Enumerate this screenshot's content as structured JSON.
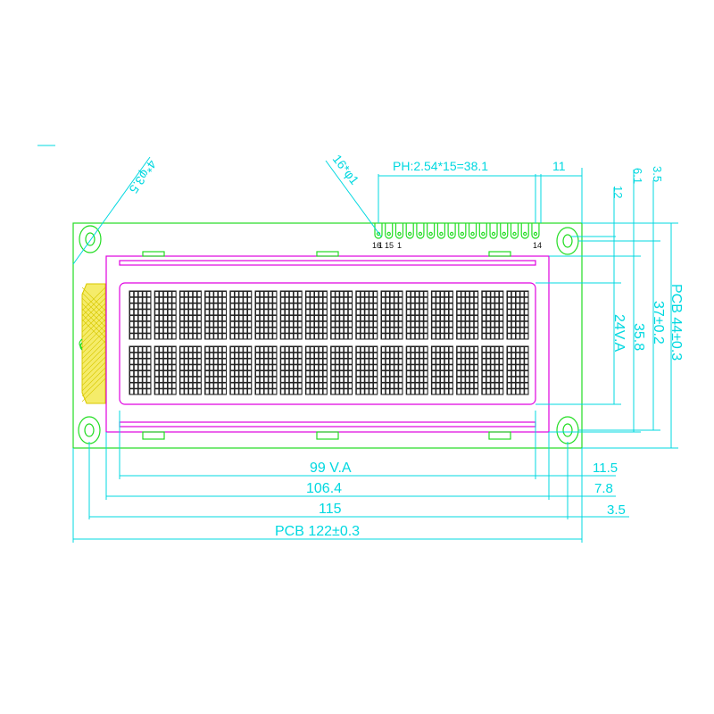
{
  "dimensions": {
    "pitch": "PH:2.54*15=38.1",
    "pin_offset": "11",
    "pin_hole": "16*φ1",
    "mount_hole": "4*φ3.5",
    "top_3_5": "3.5",
    "top_6_1": "6.1",
    "top_12": "12",
    "va_height": "24V.A",
    "height_35_8": "35.8",
    "height_37": "37±0.2",
    "pcb_height": "PCB 44±0.3",
    "va_width": "99 V.A",
    "width_106_4": "106.4",
    "width_115": "115",
    "pcb_width": "PCB 122±0.3",
    "right_11_5": "11.5",
    "right_7_8": "7.8",
    "right_3_5": "3.5"
  },
  "pin_labels": {
    "p1": "1",
    "p16": "16",
    "p15": "15",
    "p14": "14",
    "p1b": "1"
  },
  "colors": {
    "dimension": "#00d8e0",
    "pcb_outline": "#22dd22",
    "bezel_outline": "#e000e0",
    "connector_pad": "#f0e020"
  },
  "display": {
    "rows": 2,
    "columns": 16
  }
}
